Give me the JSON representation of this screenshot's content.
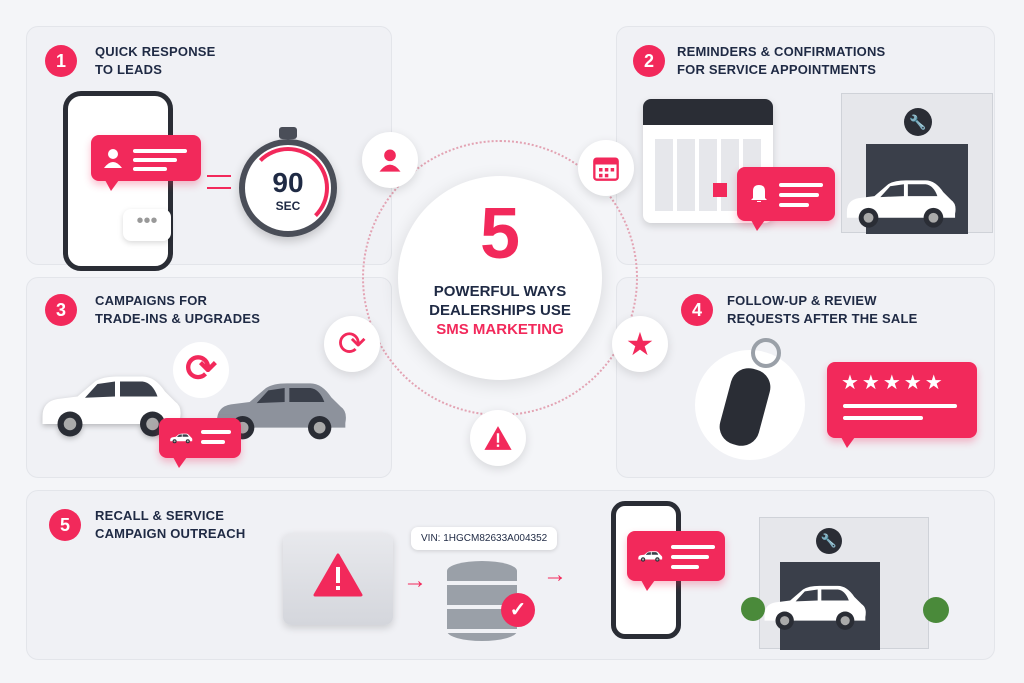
{
  "center": {
    "number": "5",
    "line1": "POWERFUL WAYS",
    "line2": "DEALERSHIPS USE",
    "line3": "SMS MARKETING"
  },
  "colors": {
    "accent": "#f2295b",
    "title": "#1f2a44"
  },
  "sections": [
    {
      "number": "1",
      "title_line1": "QUICK RESPONSE",
      "title_line2": "TO LEADS",
      "timer_value": "90",
      "timer_unit": "SEC",
      "icon": "person-icon"
    },
    {
      "number": "2",
      "title_line1": "REMINDERS & CONFIRMATIONS",
      "title_line2": "FOR SERVICE APPOINTMENTS",
      "icon": "calendar-icon"
    },
    {
      "number": "3",
      "title_line1": "CAMPAIGNS FOR",
      "title_line2": "TRADE-INS & UPGRADES",
      "icon": "car-refresh-icon"
    },
    {
      "number": "4",
      "title_line1": "FOLLOW-UP & REVIEW",
      "title_line2": "REQUESTS AFTER THE SALE",
      "icon": "star-icon"
    },
    {
      "number": "5",
      "title_line1": "RECALL & SERVICE",
      "title_line2": "CAMPAIGN OUTREACH",
      "vin": "VIN: 1HGCM82633A004352",
      "icon": "warning-icon"
    }
  ]
}
